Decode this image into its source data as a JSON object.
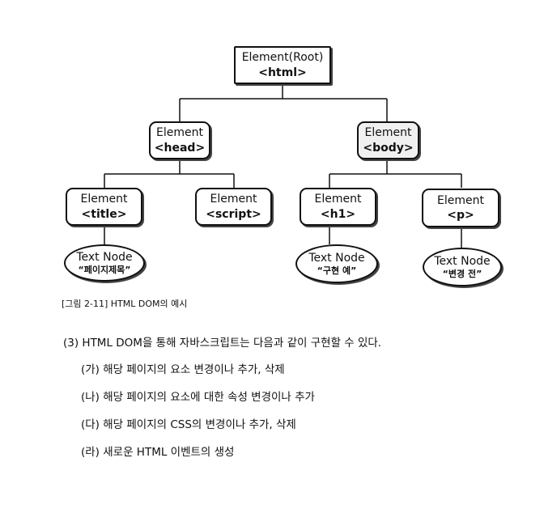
{
  "nodes": {
    "root": {
      "line1": "Element(Root)",
      "line2": "<html>"
    },
    "head": {
      "line1": "Element",
      "line2": "<head>"
    },
    "body": {
      "line1": "Element",
      "line2": "<body>"
    },
    "title": {
      "line1": "Element",
      "line2": "<title>"
    },
    "script": {
      "line1": "Element",
      "line2": "<script>"
    },
    "h1": {
      "line1": "Element",
      "line2": "<h1>"
    },
    "p": {
      "line1": "Element",
      "line2": "<p>"
    },
    "text_title": {
      "line1": "Text Node",
      "line2": "“페이지제목”"
    },
    "text_h1": {
      "line1": "Text Node",
      "line2": "“구현 예”"
    },
    "text_p": {
      "line1": "Text Node",
      "line2": "“변경 전”"
    }
  },
  "caption": "[그림 2-11] HTML DOM의 예시",
  "paragraph": "(3) HTML DOM을 통해 자바스크립트는 다음과 같이 구현할 수 있다.",
  "list_items": [
    "(가) 해당 페이지의 요소 변경이나 추가, 삭제",
    "(나) 해당 페이지의 요소에 대한 속성 변경이나 추가",
    "(다) 해당 페이지의 CSS의 변경이나 추가, 삭제",
    "(라) 새로운 HTML 이벤트의 생성"
  ]
}
